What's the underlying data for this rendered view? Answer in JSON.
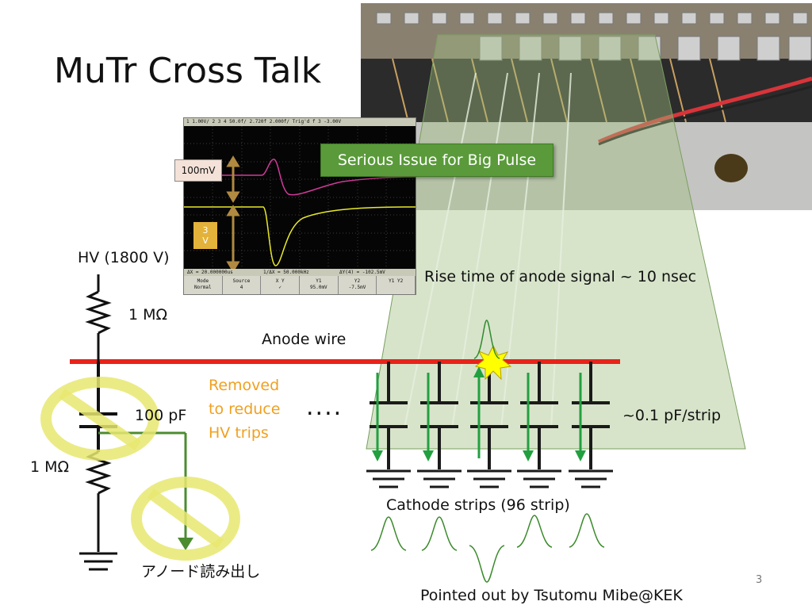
{
  "slide": {
    "title": "MuTr Cross Talk",
    "page_number": "3",
    "credit": "Pointed out by Tsutomu Mibe@KEK"
  },
  "scope": {
    "top_readout": "1 1.00V/  2       3       4  50.0f/  2.720f  2.000f/  Trig'd  f  3  -3.00V",
    "bottom_readout": [
      "ΔX = 20.000000us",
      "1/ΔX = 50.000kHz",
      "ΔY(4) = -102.5mV"
    ],
    "buttons": [
      {
        "line1": "Mode",
        "line2": "Normal"
      },
      {
        "line1": "Source",
        "line2": "4"
      },
      {
        "line1": "X    Y",
        "line2": "✓"
      },
      {
        "line1": "Y1",
        "line2": "95.0mV"
      },
      {
        "line1": "Y2",
        "line2": "-7.5mV"
      },
      {
        "line1": "Y1 Y2",
        "line2": ""
      }
    ],
    "annotation_small": "100mV",
    "annotation_large": "3\nV"
  },
  "labels": {
    "banner": "Serious Issue for Big Pulse",
    "hv": "HV (1800 V)",
    "r_top": "1 MΩ",
    "r_bottom": "1 MΩ",
    "cap": "100 pF",
    "removed": [
      "Removed",
      "to reduce",
      "HV trips"
    ],
    "dots": "....",
    "anode_wire": "Anode wire",
    "rise_time": "Rise time of anode signal  ~ 10 nsec",
    "per_strip": "~0.1 pF/strip",
    "cathode": "Cathode strips (96 strip)",
    "readout_jp": "アノード読み出し"
  },
  "colors": {
    "anode_wire": "#e8231a",
    "arrow_green": "#22a040",
    "removed_orange": "#f0a020",
    "prohibit_yellow": "#e8e870"
  }
}
